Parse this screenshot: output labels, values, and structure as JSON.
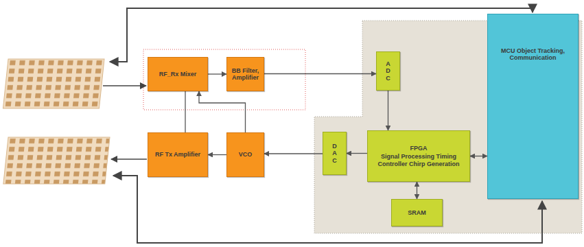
{
  "diagram": {
    "nodes": [
      {
        "text": [
          "RF_Rx Mixer"
        ]
      },
      {
        "text": [
          "BB Filter, Amplifier"
        ]
      },
      {
        "text": [
          "ADC"
        ]
      },
      {
        "text": [
          "MCU Object Tracking, Communication"
        ]
      },
      {
        "text": [
          "RF Tx Amplifier"
        ]
      },
      {
        "text": [
          "VCO"
        ]
      },
      {
        "text": [
          "DAC"
        ]
      },
      {
        "text": [
          "FPGA",
          "Signal Processing Timing Controller Chirp Generation"
        ]
      },
      {
        "text": [
          "SRAM"
        ]
      }
    ],
    "edges": [
      {
        "from": 0,
        "to": 1,
        "arrow": "to"
      },
      {
        "from": 1,
        "to": 2,
        "arrow": "to"
      },
      {
        "from": 2,
        "to": 7,
        "arrow": "to"
      },
      {
        "from": 7,
        "to": 3,
        "arrow": "both"
      },
      {
        "from": 7,
        "to": 6,
        "arrow": "to"
      },
      {
        "from": 6,
        "to": 5,
        "arrow": "to"
      },
      {
        "from": 5,
        "to": 4,
        "arrow": "to"
      },
      {
        "from": 5,
        "to": 0,
        "arrow": "to"
      },
      {
        "from": 4,
        "to": 0,
        "arrow": "none"
      },
      {
        "from": 7,
        "to": 8,
        "arrow": "both"
      }
    ]
  }
}
